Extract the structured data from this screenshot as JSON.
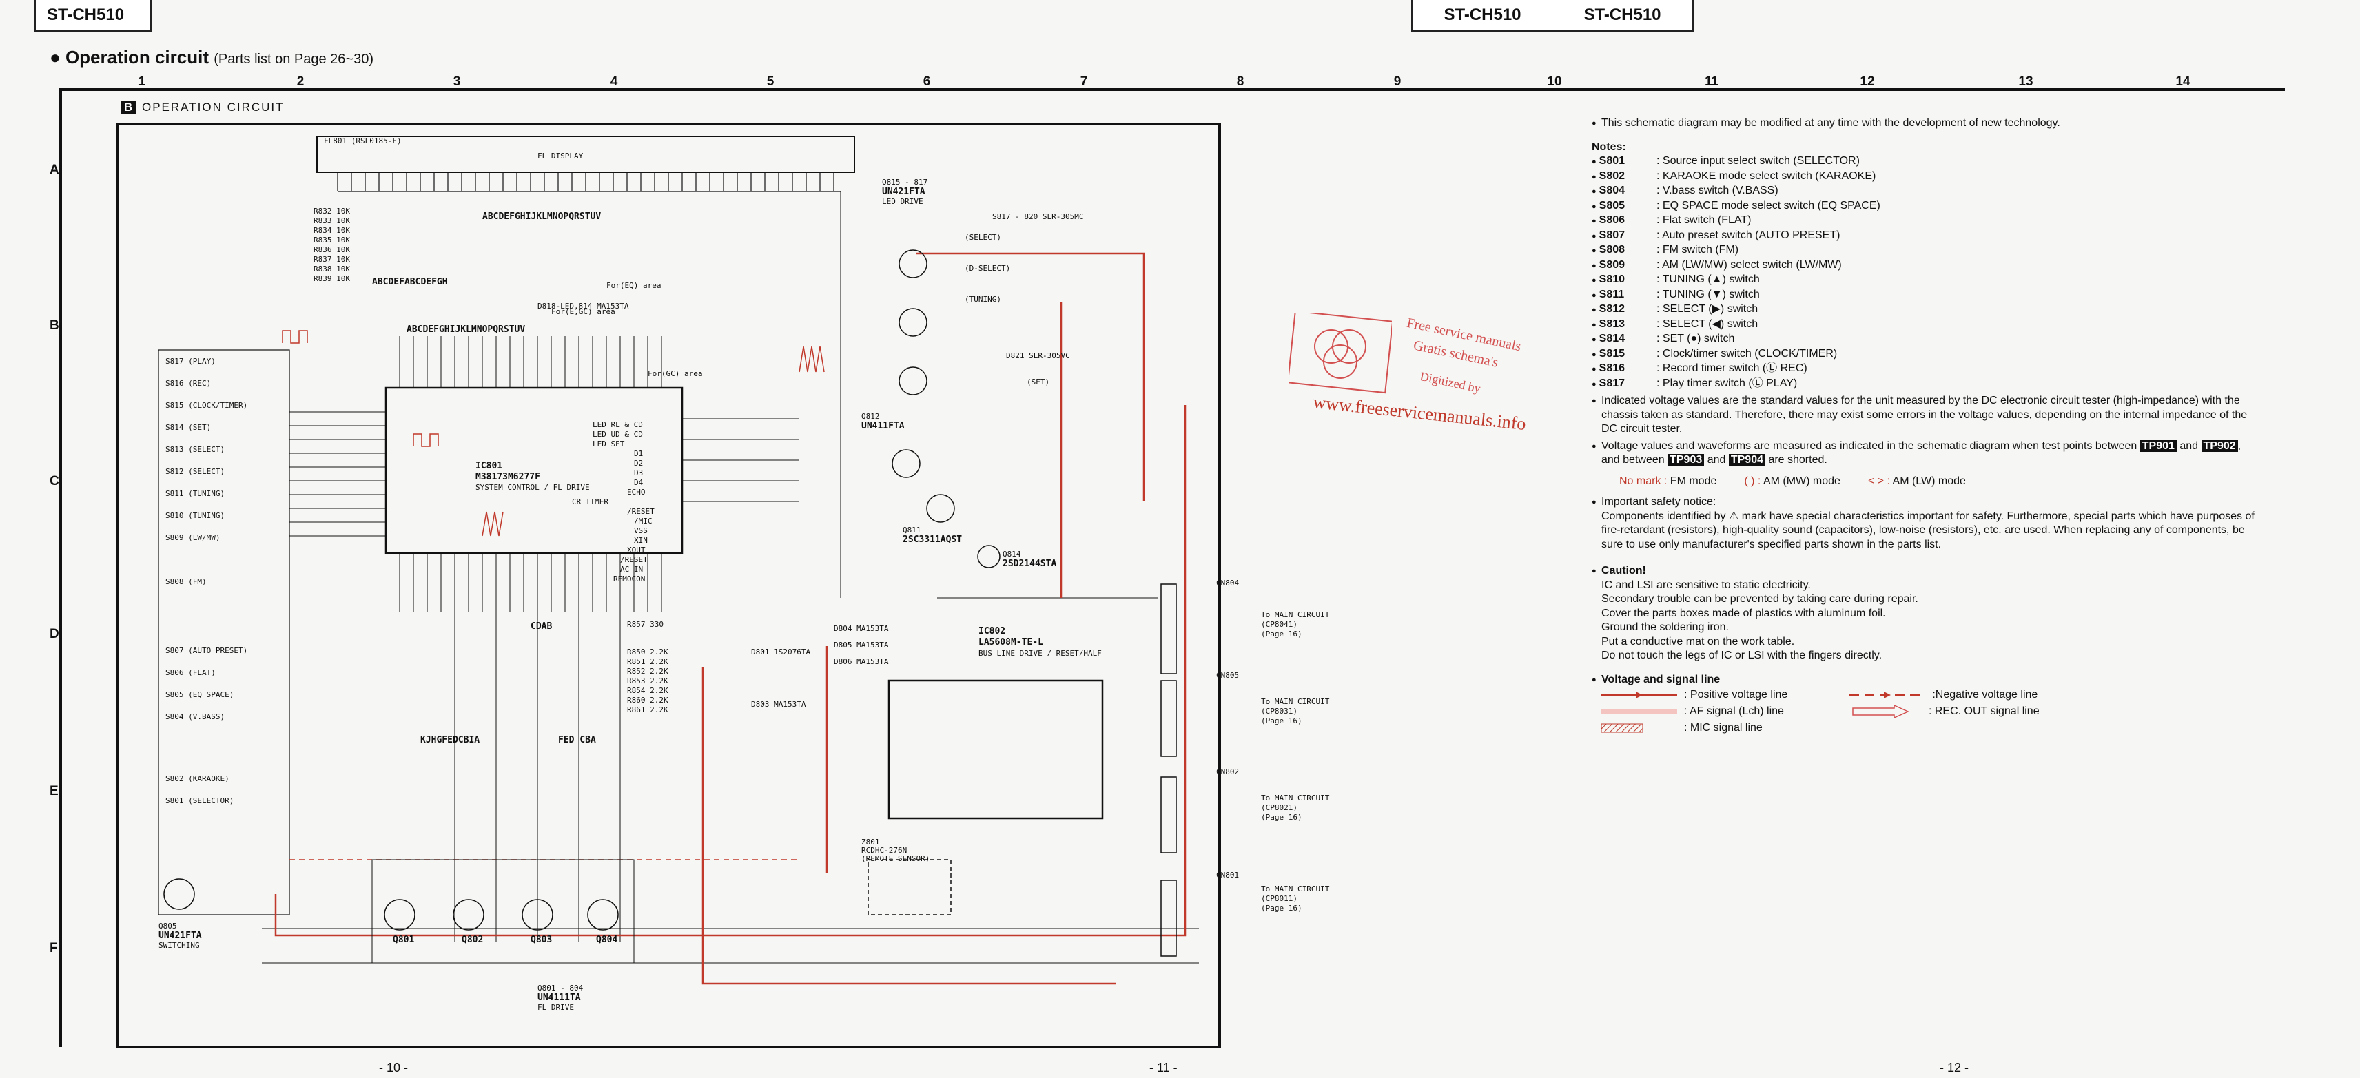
{
  "header": {
    "model_left": "ST-CH510",
    "model_right_1": "ST-CH510",
    "model_right_2": "ST-CH510"
  },
  "section": {
    "title": "Operation circuit",
    "subtitle": "(Parts list on Page 26~30)"
  },
  "grid": {
    "columns": [
      "1",
      "2",
      "3",
      "4",
      "5",
      "6",
      "7",
      "8",
      "9",
      "10",
      "11",
      "12",
      "13",
      "14"
    ],
    "rows": [
      "A",
      "B",
      "C",
      "D",
      "E",
      "F"
    ]
  },
  "schematic": {
    "badge": "B",
    "title": "OPERATION CIRCUIT",
    "fl_display_ref": "FL801  (RSL0185-F)",
    "fl_display_label": "FL DISPLAY",
    "ic801_ref": "IC801",
    "ic801_part": "M38173M6277F",
    "ic801_desc": "SYSTEM CONTROL / FL DRIVE",
    "ic802_ref": "IC802",
    "ic802_part": "LA5608M-TE-L",
    "ic802_desc": "BUS LINE DRIVE / RESET/HALF",
    "q815_ref": "Q815 - 817",
    "q815_part": "UN421FTA",
    "q815_desc": "LED DRIVE",
    "q812_ref": "Q812",
    "q812_part": "UN411FTA",
    "q811_ref": "Q811",
    "q811_part": "2SC3311AQST",
    "q814_ref": "Q814",
    "q814_part": "2SD2144STA",
    "q805_ref": "Q805",
    "q805_part": "UN421FTA",
    "q805_desc": "SWITCHING",
    "q801_ref": "Q801 - 804",
    "q801_part": "UN4111TA",
    "q801_desc": "FL DRIVE",
    "q801": "Q801",
    "q802": "Q802",
    "q803": "Q803",
    "q804": "Q804",
    "z801_ref": "Z801",
    "z801_part": "RCDHC-276N",
    "z801_desc": "(REMOTE SENSOR)",
    "cn804": "CN804",
    "cn805": "CN805",
    "cn802": "CN802",
    "cn801": "CN801",
    "to_b_main": "To MAIN CIRCUIT",
    "cp8041": "(CP8041)",
    "cp8031": "(CP8031)",
    "cp8021": "(CP8021)",
    "cp8011": "(CP8011)",
    "page16": "(Page 16)",
    "seg_row1": "ABCDEFGHIJKLMNOPQRSTUV",
    "seg_row2": "ABCDEFGHIJKLMNOPQRSTUV",
    "grid_row": "ABCDEFABCDEFGH",
    "kjhg": "KJHGFEDCBIA",
    "fedcba": "FED CBA",
    "cdab": "CDAB",
    "led_labels": [
      "LED RL & CD",
      "LED UD & CD",
      "LED SET",
      "D1",
      "D2",
      "D3",
      "D4",
      "ECHO",
      "CR TIMER",
      "/RESET",
      "/MIC",
      "VSS",
      "XIN",
      "XOUT",
      "/RESET",
      "AC IN",
      "REMOCON"
    ],
    "switches_left": [
      "S817 (PLAY)",
      "S816 (REC)",
      "S815 (CLOCK/TIMER)",
      "S814 (SET)",
      "S813 (SELECT)",
      "S812 (SELECT)",
      "S811 (TUNING)",
      "S810 (TUNING)",
      "S809 (LW/MW)",
      "S808 (FM)",
      "S807 (AUTO PRESET)",
      "S806 (FLAT)",
      "S805 (EQ SPACE)",
      "S804 (V.BASS)",
      "S802 (KARAOKE)",
      "S801 (SELECTOR)"
    ],
    "for_eq": "For(EQ) area",
    "for_eccc": "For(E,GC) area",
    "for_gc": "For(GC) area",
    "d818_label": "D818-LED,814 MA153TA",
    "s817_820": "S817 - 820 SLR-305MC",
    "s821": "D821 SLR-305VC",
    "select_labels": [
      "(SELECT)",
      "(D-SELECT)",
      "(TUNING)",
      "(SET)"
    ],
    "d803_label": "D803 MA153TA",
    "d801_label": "D801 1S2076TA",
    "d804_label": "D804 MA153TA",
    "d805_label": "D805 MA153TA",
    "d806_label": "D806 MA153TA",
    "resistors": [
      "R832 10K",
      "R833 10K",
      "R834 10K",
      "R835 10K",
      "R836 10K",
      "R837 10K",
      "R838 10K",
      "R839 10K"
    ],
    "r_d_labels": [
      "R857 330",
      "R850 2.2K",
      "R851 2.2K",
      "R852 2.2K",
      "R853 2.2K",
      "R854 2.2K",
      "R860 2.2K",
      "R861 2.2K"
    ]
  },
  "notes": {
    "lead": "This schematic diagram may be modified at any time with the development of new technology.",
    "notes_heading": "Notes:",
    "switches": [
      {
        "id": "S801",
        "desc": ": Source input select switch (SELECTOR)"
      },
      {
        "id": "S802",
        "desc": ": KARAOKE mode select switch (KARAOKE)"
      },
      {
        "id": "S804",
        "desc": ": V.bass switch (V.BASS)"
      },
      {
        "id": "S805",
        "desc": ": EQ SPACE mode select switch (EQ SPACE)"
      },
      {
        "id": "S806",
        "desc": ": Flat switch (FLAT)"
      },
      {
        "id": "S807",
        "desc": ": Auto preset switch (AUTO PRESET)"
      },
      {
        "id": "S808",
        "desc": ": FM switch (FM)"
      },
      {
        "id": "S809",
        "desc": ": AM (LW/MW) select switch (LW/MW)"
      },
      {
        "id": "S810",
        "desc": ": TUNING (▲) switch"
      },
      {
        "id": "S811",
        "desc": ": TUNING (▼) switch"
      },
      {
        "id": "S812",
        "desc": ": SELECT (▶) switch"
      },
      {
        "id": "S813",
        "desc": ": SELECT (◀) switch"
      },
      {
        "id": "S814",
        "desc": ": SET (●) switch"
      },
      {
        "id": "S815",
        "desc": ": Clock/timer switch (CLOCK/TIMER)"
      },
      {
        "id": "S816",
        "desc": ": Record timer switch (Ⓛ REC)"
      },
      {
        "id": "S817",
        "desc": ": Play timer switch (Ⓛ PLAY)"
      }
    ],
    "voltage_note": "Indicated voltage values are the standard values for the unit measured by the DC electronic circuit tester (high-impedance) with the chassis taken as standard. Therefore, there may exist some errors in the voltage values, depending on the internal impedance of the DC circuit tester.",
    "tp_pre": "Voltage values and waveforms are measured as indicated in the schematic diagram when test points between",
    "tp901": "TP901",
    "tp_and1": "and",
    "tp902": "TP902",
    "tp_mid": ", and between",
    "tp903": "TP903",
    "tp_and2": "and",
    "tp904": "TP904",
    "tp_post": "are shorted.",
    "mode_nomark": "No mark :",
    "mode_fm": "FM mode",
    "mode_am_mw_sym": "(     ) :",
    "mode_am_mw": "AM (MW) mode",
    "mode_am_lw_sym": "<     > :",
    "mode_am_lw": "AM (LW) mode",
    "safety_heading": "Important safety notice:",
    "safety_text": "Components identified by ⚠ mark have special characteristics important for safety. Furthermore, special parts which have purposes of fire-retardant (resistors), high-quality sound (capacitors), low-noise (resistors), etc. are used. When replacing any of components, be sure to use only manufacturer's specified parts shown in the parts list.",
    "caution_heading": "Caution!",
    "caution_lines": [
      "IC and LSI are sensitive to static electricity.",
      "Secondary trouble can be prevented by taking care during repair.",
      "Cover the parts boxes made of plastics with aluminum foil.",
      "Ground the soldering iron.",
      "Put a conductive mat on the work table.",
      "Do not touch the legs of IC or LSI with the fingers directly."
    ],
    "vsig_heading": "Voltage and signal line",
    "legend_positive": ": Positive voltage line",
    "legend_negative": ":Negative voltage line",
    "legend_af": ": AF signal (Lch) line",
    "legend_rec": ": REC. OUT signal line",
    "legend_mic": ": MIC signal line"
  },
  "watermark": {
    "line1": "Free service manuals",
    "line2": "Gratis schema's",
    "line3": "Digitized by",
    "url": "www.freeservicemanuals.info"
  },
  "pages": {
    "p10": "- 10 -",
    "p11": "- 11 -",
    "p12": "- 12 -"
  },
  "colors": {
    "accent_red": "#c0392b",
    "ink": "#111111",
    "paper": "#f6f6f4"
  }
}
